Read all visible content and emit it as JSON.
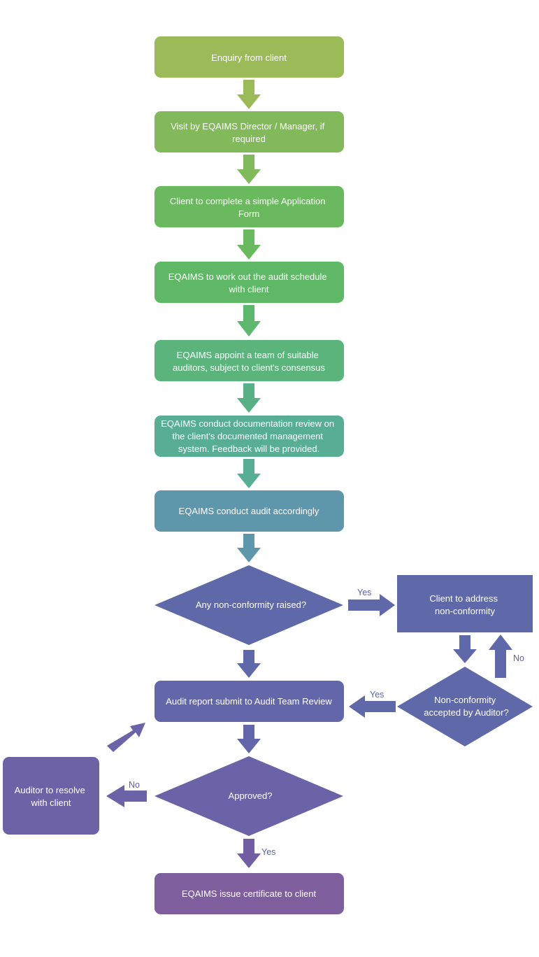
{
  "steps": {
    "enquiry": [
      "Enquiry from client"
    ],
    "visit": [
      "Visit by EQAIMS Director / Manager, if",
      "required"
    ],
    "application": [
      "Client to complete a simple Application",
      "Form"
    ],
    "schedule": [
      "EQAIMS to work out the audit schedule",
      "with client"
    ],
    "appoint": [
      "EQAIMS appoint a team of suitable",
      "auditors, subject to client's consensus"
    ],
    "doc_review": [
      "EQAIMS conduct documentation review on",
      "the client's documented management",
      "system. Feedback will be provided."
    ],
    "conduct_audit": [
      "EQAIMS conduct audit accordingly"
    ],
    "nonconformity_q": [
      "Any non-conformity raised?"
    ],
    "address_nc": [
      "Client to address",
      "non-conformity"
    ],
    "nc_accepted_q": [
      "Non-conformity",
      "accepted by Auditor?"
    ],
    "report_submit": [
      "Audit report submit to Audit Team Review"
    ],
    "approved_q": [
      "Approved?"
    ],
    "resolve": [
      "Auditor to resolve",
      "with client"
    ],
    "issue_cert": [
      "EQAIMS issue certificate to client"
    ]
  },
  "edge_labels": {
    "nc_yes": "Yes",
    "accepted_yes": "Yes",
    "accepted_no": "No",
    "approved_no": "No",
    "approved_yes": "Yes"
  },
  "colors": {
    "green_light": "#9bbb59",
    "green": "#76b85c",
    "green_mid": "#62b865",
    "teal_green": "#5ab47c",
    "teal": "#58ae93",
    "steel": "#5e96ab",
    "indigo": "#5f69a9",
    "violet": "#6a63a7",
    "purple": "#7f5e9e",
    "label_text": "#5c63a6"
  }
}
